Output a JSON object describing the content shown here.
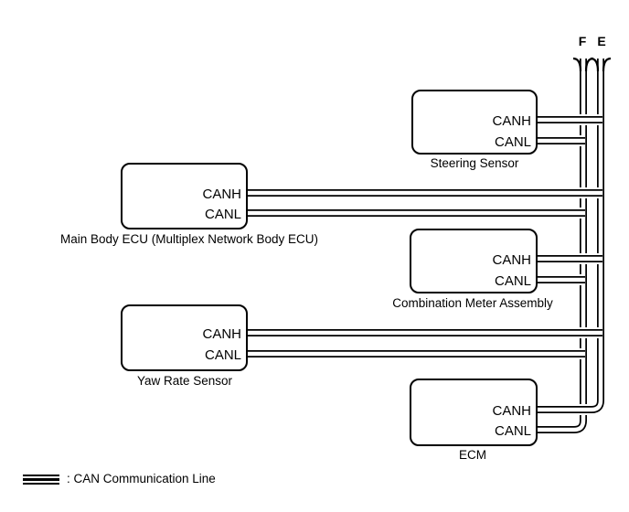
{
  "bus": {
    "f_label": "F",
    "e_label": "E"
  },
  "nodes": [
    {
      "name": "Steering Sensor",
      "pins": [
        "CANH",
        "CANL"
      ]
    },
    {
      "name": "Main Body ECU (Multiplex Network Body ECU)",
      "pins": [
        "CANH",
        "CANL"
      ]
    },
    {
      "name": "Combination Meter Assembly",
      "pins": [
        "CANH",
        "CANL"
      ]
    },
    {
      "name": "Yaw Rate Sensor",
      "pins": [
        "CANH",
        "CANL"
      ]
    },
    {
      "name": "ECM",
      "pins": [
        "CANH",
        "CANL"
      ]
    }
  ],
  "legend": {
    "label": ": CAN Communication Line"
  },
  "colors": {
    "line": "#000000",
    "background": "#ffffff",
    "text": "#000000"
  }
}
